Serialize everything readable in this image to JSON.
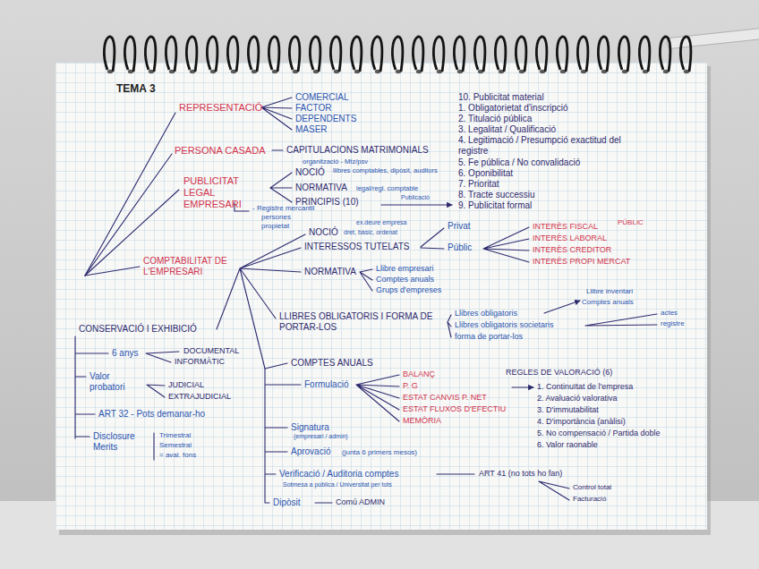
{
  "diagram": {
    "title": "TEMA 3",
    "labels": [
      "REPRESENTACIÓ",
      "COMERCIAL",
      "FACTOR",
      "DEPENDENTS",
      "MASER",
      "PERSONA CASADA",
      "CAPITULACIONS MATRIMONIALS",
      "PUBLICITAT LEGAL EMPRESARI",
      "organització - Mtz/psv",
      "NOCIÓ",
      "llibres comptables, dipòsit, auditors",
      "NORMATIVA",
      "legal/regl. comptable",
      "PRINCIPIS (10)",
      "Publicació",
      "- Registre mercantil",
      "persones",
      "propietat",
      "10. Publicitat material",
      "1. Obligatorietat d'inscripció",
      "2. Titulació pública",
      "3. Legalitat / Qualificació",
      "4. Legitimació / Presumpció exactitud del registre",
      "5. Fe pública / No convalidació",
      "6. Oponibilitat",
      "7. Prioritat",
      "8. Tracte successiu",
      "9. Publicitat formal",
      "ex.deure empresa",
      "NOCIÓ",
      "dret, bàsic, ordenat",
      "INTERESSOS TUTELATS",
      "Privat",
      "Públic",
      "INTERÈS FISCAL",
      "PÚBLIC",
      "INTERÈS LABORAL",
      "INTERÈS CREDITOR",
      "INTERÈS PROPI MERCAT",
      "COMPTABILITAT DE L'EMPRESARI",
      "NORMATIVA",
      "Llibre empresari",
      "Comptes anuals",
      "Grups d'empreses",
      "Llibre inventari",
      "Comptes anuals",
      "LLIBRES OBLIGATORIS I FORMA DE PORTAR-LOS",
      "Llibres obligatoris",
      "actes",
      "Llibres obligatoris societaris",
      "registre",
      "forma de portar-los",
      "CONSERVACIÓ I EXHIBICIÓ",
      "6 anys",
      "DOCUMENTAL",
      "INFORMÀTIC",
      "Valor probatori",
      "JUDICIAL",
      "EXTRAJUDICIAL",
      "ART 32 - Pots demanar-ho",
      "Disclosure Merits",
      "Trimestral",
      "Semestral",
      "= aval. fons",
      "COMPTES ANUALS",
      "Formulació",
      "BALANÇ",
      "P. G",
      "ESTAT CANVIS P. NET",
      "ESTAT FLUXOS D'EFECTIU",
      "MEMÒRIA",
      "REGLES DE VALORACIÓ (6)",
      "1. Continuïtat de l'empresa",
      "2. Avaluació valorativa",
      "3. D'immutabilitat",
      "4. D'importància (anàlisi)",
      "5. No compensació / Partida doble",
      "6. Valor raonable",
      "Signatura",
      "(empresari / admin)",
      "Aprovació",
      "(junta 6 primers mesos)",
      "Verificació / Auditoria comptes",
      "Sotmesa a pública / Universitat per tots",
      "ART 41 (no tots ho fan)",
      "Control total",
      "Facturació",
      "Dipòsit",
      "Comú ADMIN"
    ]
  }
}
